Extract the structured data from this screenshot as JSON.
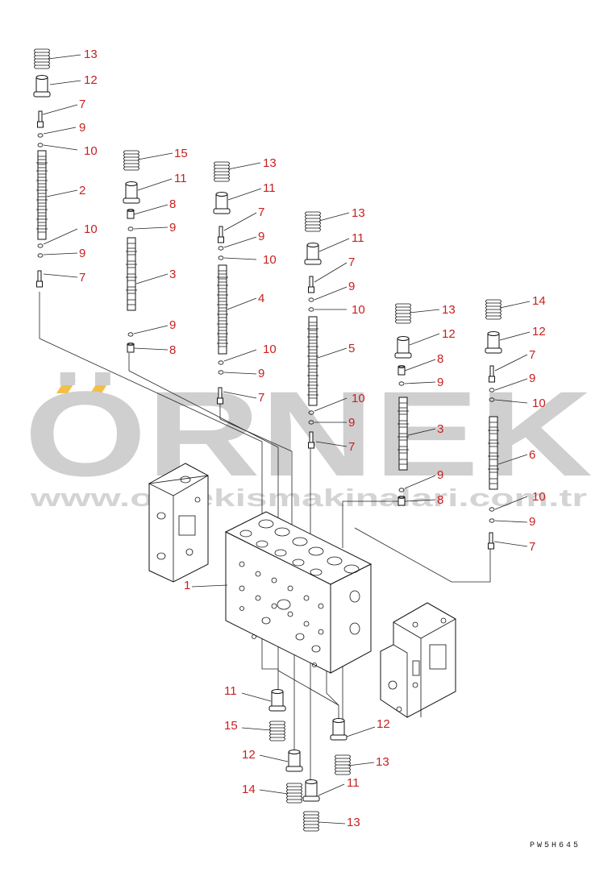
{
  "watermark": {
    "brand": "ÖRNEK",
    "url": "www.ornekismakinalari.com.tr",
    "accent_color": "#f2c04a"
  },
  "drawing_code": "PW5H645",
  "callouts": [
    {
      "id": "c1",
      "label": "13"
    },
    {
      "id": "c2",
      "label": "12"
    },
    {
      "id": "c3",
      "label": "7"
    },
    {
      "id": "c4",
      "label": "9"
    },
    {
      "id": "c5",
      "label": "10"
    },
    {
      "id": "c6",
      "label": "2"
    },
    {
      "id": "c7",
      "label": "10"
    },
    {
      "id": "c8",
      "label": "9"
    },
    {
      "id": "c9",
      "label": "7"
    },
    {
      "id": "c10",
      "label": "15"
    },
    {
      "id": "c11",
      "label": "11"
    },
    {
      "id": "c12",
      "label": "8"
    },
    {
      "id": "c13",
      "label": "9"
    },
    {
      "id": "c14",
      "label": "3"
    },
    {
      "id": "c15",
      "label": "9"
    },
    {
      "id": "c16",
      "label": "8"
    },
    {
      "id": "c17",
      "label": "13"
    },
    {
      "id": "c18",
      "label": "11"
    },
    {
      "id": "c19",
      "label": "7"
    },
    {
      "id": "c20",
      "label": "9"
    },
    {
      "id": "c21",
      "label": "10"
    },
    {
      "id": "c22",
      "label": "4"
    },
    {
      "id": "c23",
      "label": "10"
    },
    {
      "id": "c24",
      "label": "9"
    },
    {
      "id": "c25",
      "label": "7"
    },
    {
      "id": "c26",
      "label": "13"
    },
    {
      "id": "c27",
      "label": "11"
    },
    {
      "id": "c28",
      "label": "7"
    },
    {
      "id": "c29",
      "label": "9"
    },
    {
      "id": "c30",
      "label": "10"
    },
    {
      "id": "c31",
      "label": "5"
    },
    {
      "id": "c32",
      "label": "10"
    },
    {
      "id": "c33",
      "label": "9"
    },
    {
      "id": "c34",
      "label": "7"
    },
    {
      "id": "c35",
      "label": "13"
    },
    {
      "id": "c36",
      "label": "12"
    },
    {
      "id": "c37",
      "label": "8"
    },
    {
      "id": "c38",
      "label": "9"
    },
    {
      "id": "c39",
      "label": "3"
    },
    {
      "id": "c40",
      "label": "9"
    },
    {
      "id": "c41",
      "label": "8"
    },
    {
      "id": "c42",
      "label": "14"
    },
    {
      "id": "c43",
      "label": "12"
    },
    {
      "id": "c44",
      "label": "7"
    },
    {
      "id": "c45",
      "label": "9"
    },
    {
      "id": "c46",
      "label": "10"
    },
    {
      "id": "c47",
      "label": "6"
    },
    {
      "id": "c48",
      "label": "10"
    },
    {
      "id": "c49",
      "label": "9"
    },
    {
      "id": "c50",
      "label": "7"
    },
    {
      "id": "c51",
      "label": "1"
    },
    {
      "id": "c52",
      "label": "11"
    },
    {
      "id": "c53",
      "label": "15"
    },
    {
      "id": "c54",
      "label": "12"
    },
    {
      "id": "c55",
      "label": "14"
    },
    {
      "id": "c56",
      "label": "13"
    },
    {
      "id": "c57",
      "label": "12"
    },
    {
      "id": "c58",
      "label": "13"
    },
    {
      "id": "c59",
      "label": "11"
    }
  ]
}
